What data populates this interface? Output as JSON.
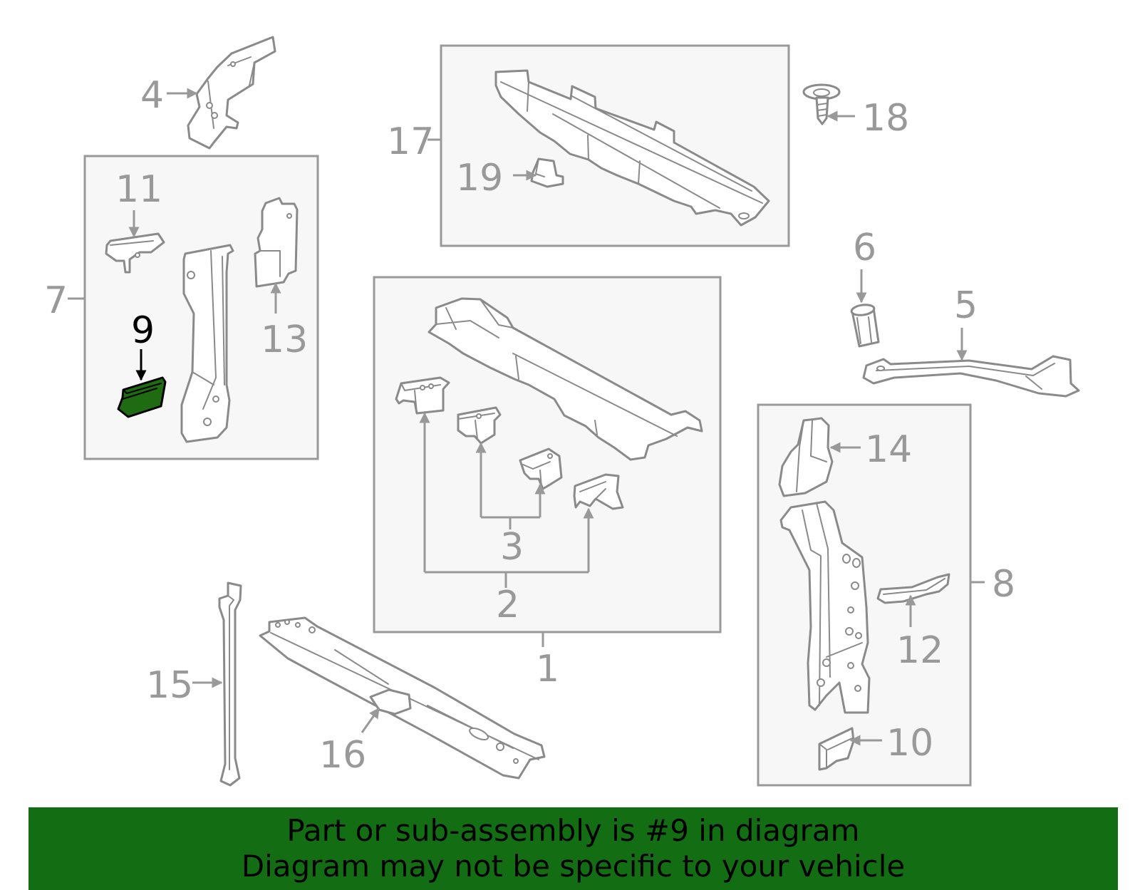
{
  "highlight": {
    "part": "9",
    "color": "#1e6b12"
  },
  "labels": {
    "n1": "1",
    "n2": "2",
    "n3": "3",
    "n4": "4",
    "n5": "5",
    "n6": "6",
    "n7": "7",
    "n8": "8",
    "n9": "9",
    "n10": "10",
    "n11": "11",
    "n12": "12",
    "n13": "13",
    "n14": "14",
    "n15": "15",
    "n16": "16",
    "n17": "17",
    "n18": "18",
    "n19": "19"
  },
  "banner": {
    "line1": "Part or sub-assembly is #9 in diagram",
    "line2": "Diagram may not be specific to your vehicle",
    "background": "#136d12"
  }
}
